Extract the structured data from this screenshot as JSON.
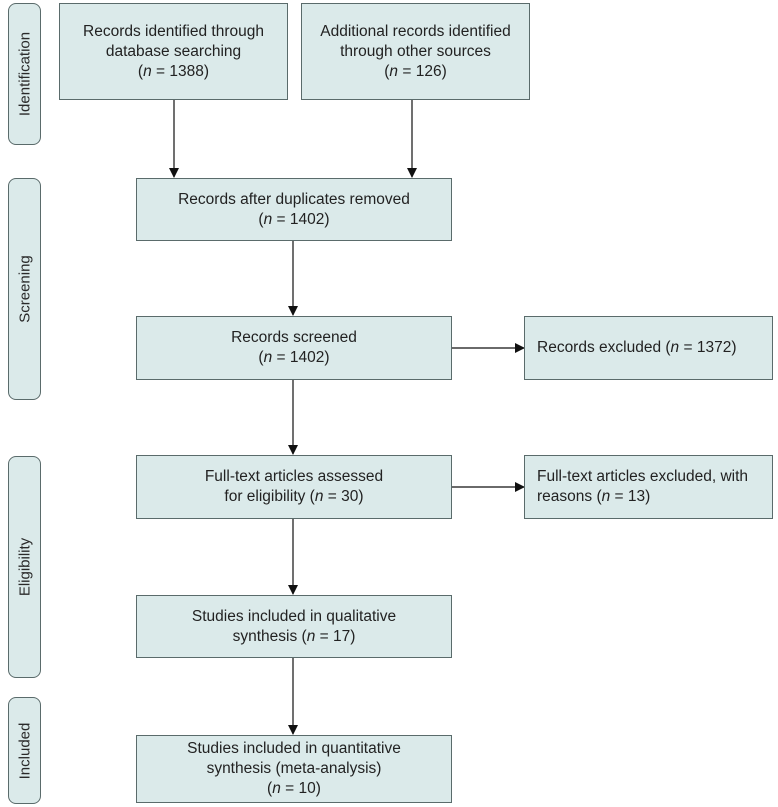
{
  "stages": [
    {
      "id": "identification",
      "label": "Identification"
    },
    {
      "id": "screening",
      "label": "Screening"
    },
    {
      "id": "eligibility",
      "label": "Eligibility"
    },
    {
      "id": "included",
      "label": "Included"
    }
  ],
  "boxes": {
    "database_search": {
      "lines": [
        "Records identified through",
        "database searching"
      ],
      "n": "1388"
    },
    "other_sources": {
      "lines": [
        "Additional records identified",
        "through other sources"
      ],
      "n": "126"
    },
    "duplicates_removed": {
      "lines": [
        "Records after duplicates removed"
      ],
      "n": "1402"
    },
    "screened": {
      "lines": [
        "Records screened"
      ],
      "n": "1402"
    },
    "excluded": {
      "prefix": "Records excluded (",
      "n": "1372",
      "suffix": ")"
    },
    "fulltext_assessed": {
      "line1": "Full-text articles assessed",
      "line2_prefix": "for eligibility (",
      "n": "30",
      "suffix": ")"
    },
    "fulltext_excluded": {
      "line1": "Full-text articles excluded, with",
      "line2_prefix": "reasons (",
      "n": "13",
      "suffix": ")"
    },
    "qualitative": {
      "line1": "Studies included in qualitative",
      "line2_prefix": "synthesis (",
      "n": "17",
      "suffix": ")"
    },
    "quantitative": {
      "lines": [
        "Studies included in quantitative",
        "synthesis (meta-analysis)"
      ],
      "n": "10"
    }
  },
  "n_symbol": "n",
  "eq": " = "
}
